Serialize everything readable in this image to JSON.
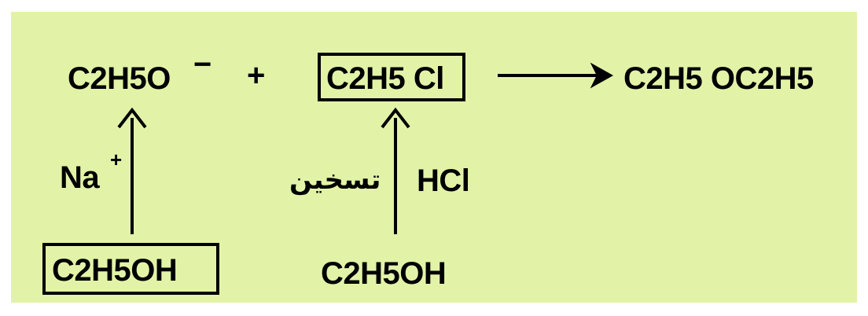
{
  "reaction": {
    "ethoxide": "C2H5O",
    "ethoxide_charge": "−",
    "plus": "+",
    "ethyl_chloride": "C2H5 Cl",
    "product": "C2H5 OC2H5"
  },
  "left_branch": {
    "reagent": "Na",
    "reagent_charge": "+",
    "starting_material": "C2H5OH"
  },
  "right_branch": {
    "reagent": "HCl",
    "condition": "تسخين",
    "starting_material": "C2H5OH"
  },
  "colors": {
    "background": "#e2f3a8",
    "ink": "#000000"
  },
  "icons": [
    "arrow-up-icon",
    "arrow-right-icon"
  ]
}
